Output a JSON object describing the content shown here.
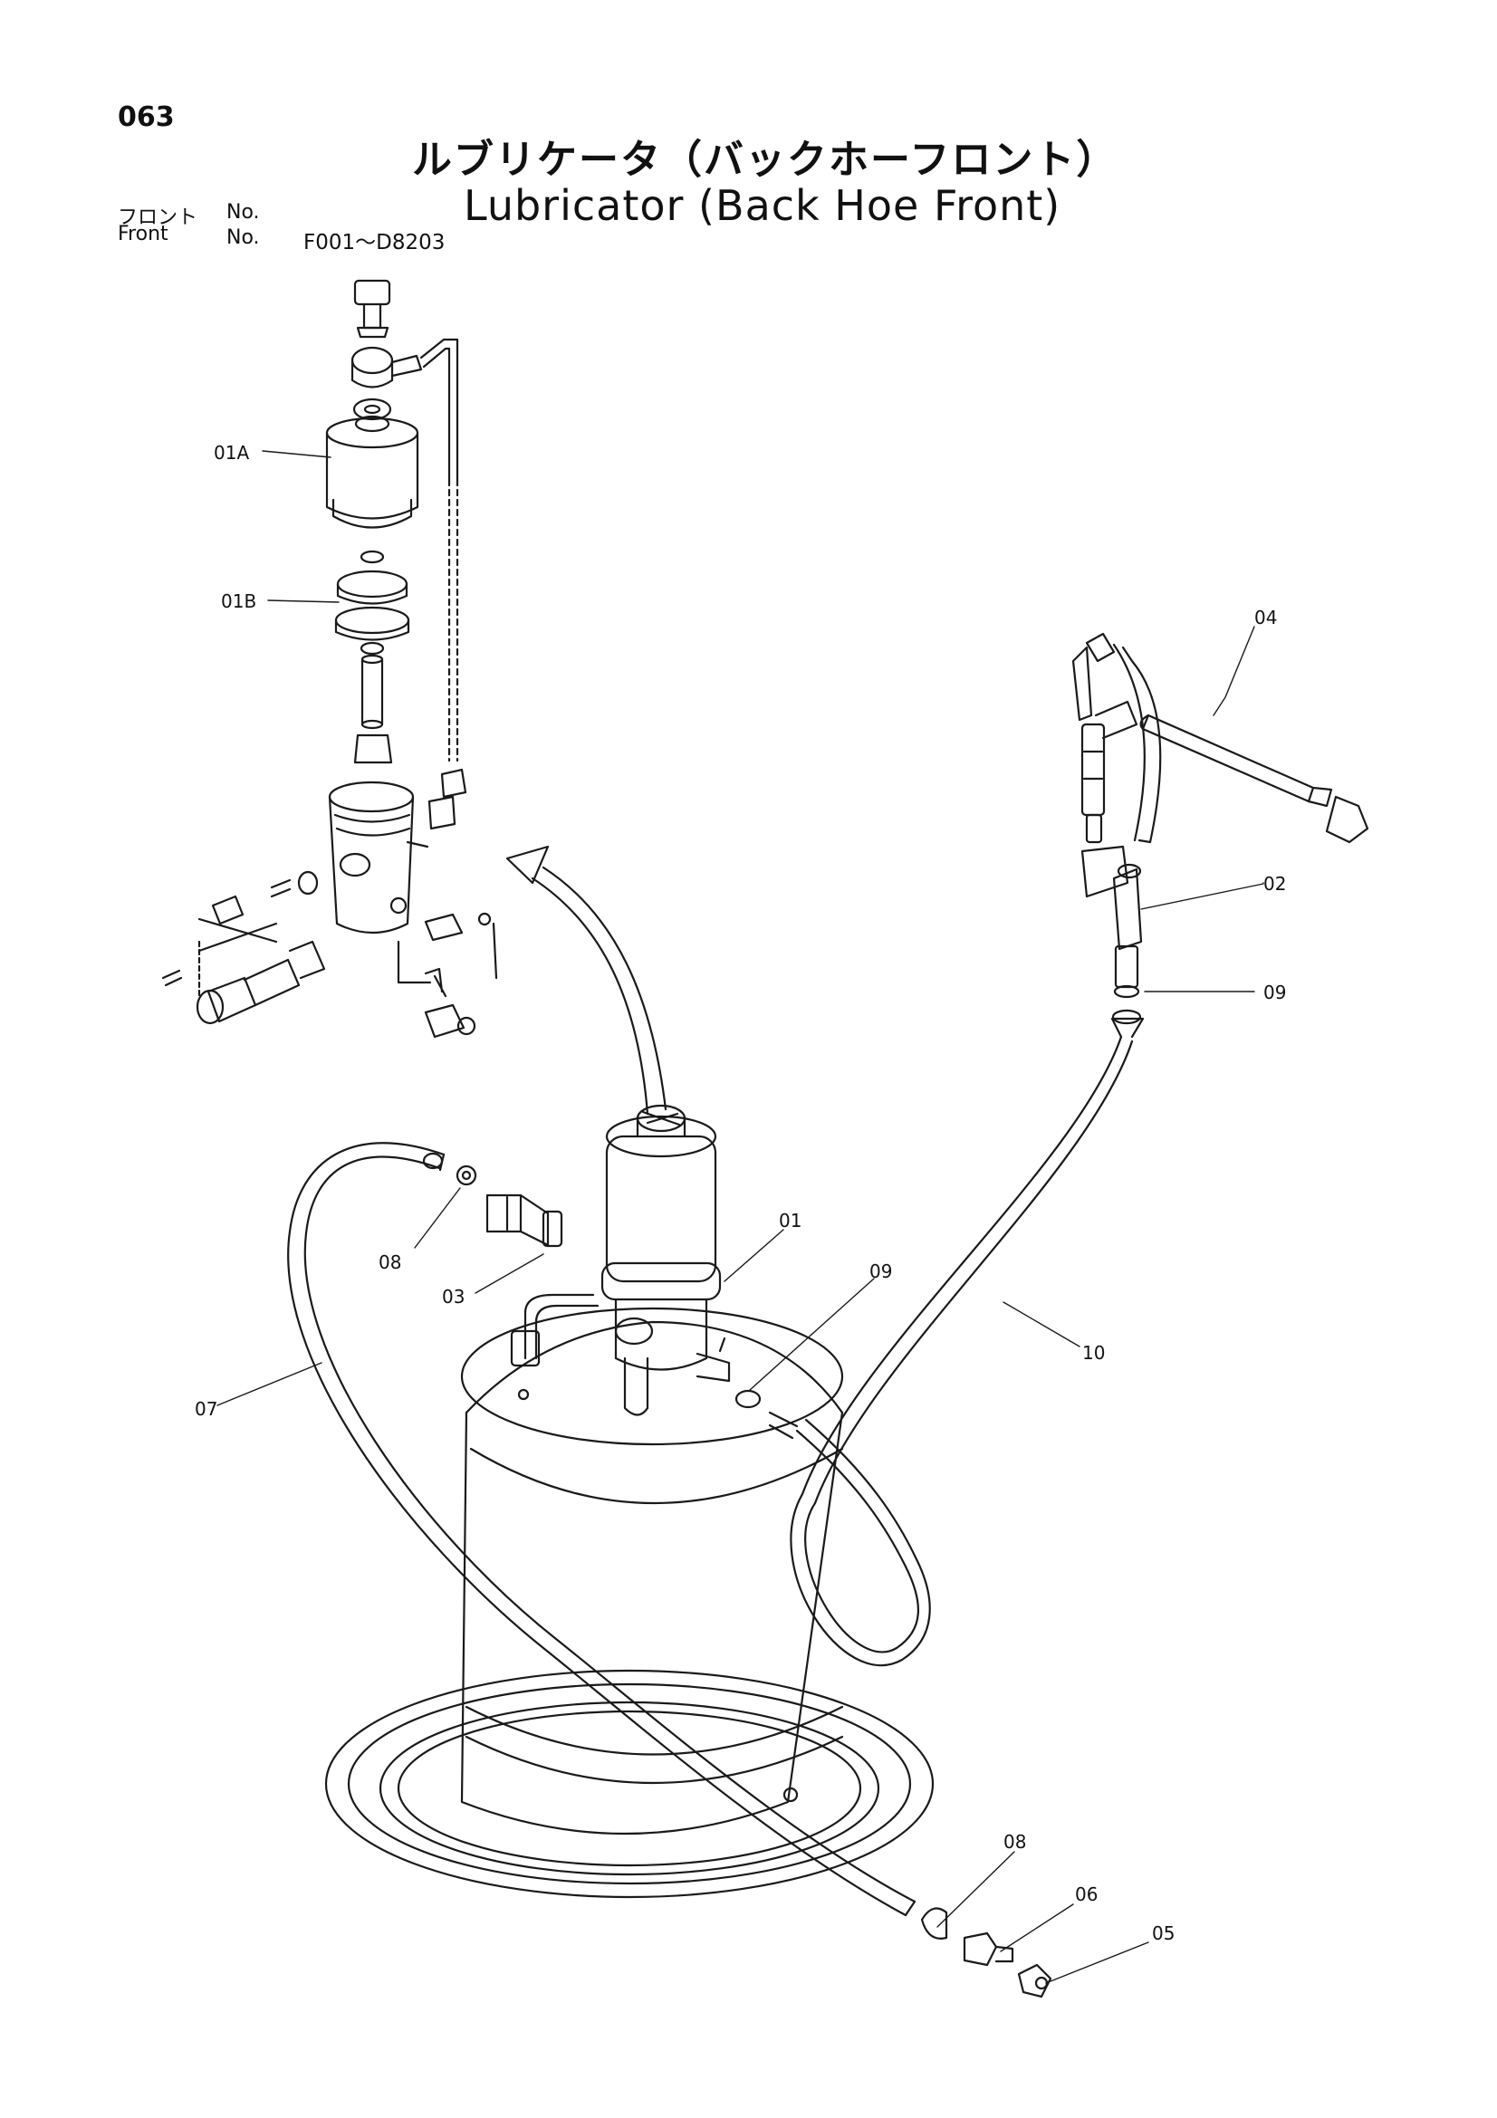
{
  "page_number": "063",
  "title_jp": "ルブリケータ（バックホーフロント）",
  "title_en": "Lubricator (Back Hoe Front)",
  "front_no": {
    "label_jp": "フロント",
    "label_en": "Front",
    "no_label_1": "No.",
    "no_label_2": "No.",
    "range": "F001～D8203"
  },
  "callouts": {
    "c01a": "01A",
    "c01b": "01B",
    "c04": "04",
    "c02": "02",
    "c09_top": "09",
    "c01": "01",
    "c09_mid": "09",
    "c08_top": "08",
    "c03": "03",
    "c10": "10",
    "c07": "07",
    "c08_bottom": "08",
    "c06": "06",
    "c05": "05"
  }
}
